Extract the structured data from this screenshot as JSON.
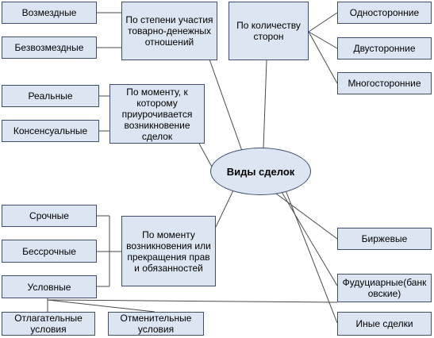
{
  "center": {
    "label": "Виды сделок"
  },
  "categories": {
    "payment": "По степени участия товарно-денежных отношений",
    "parties": "По количеству сторон",
    "moment": "По моменту, к которому приурочивается возникновение сделок",
    "origin": "По моменту возникновения или прекращения прав и обязанностей"
  },
  "items": {
    "paid": "Возмездные",
    "free": "Безвозмездные",
    "one_sided": "Односторонние",
    "two_sided": "Двусторонние",
    "multi_sided": "Многосторонние",
    "real": "Реальные",
    "consensual": "Консенсуальные",
    "fixed_term": "Срочные",
    "indefinite": "Бессрочные",
    "conditional": "Условные",
    "suspensive": "Отлагательные условия",
    "resolutive": "Отменительные условия",
    "exchange": "Биржевые",
    "fiduciary": "Фудуциарные(банковские)",
    "other": "Иные сделки"
  },
  "colors": {
    "box_fill": "#dce6f2",
    "border": "#3f4f6b",
    "line": "#4a4a4a"
  }
}
